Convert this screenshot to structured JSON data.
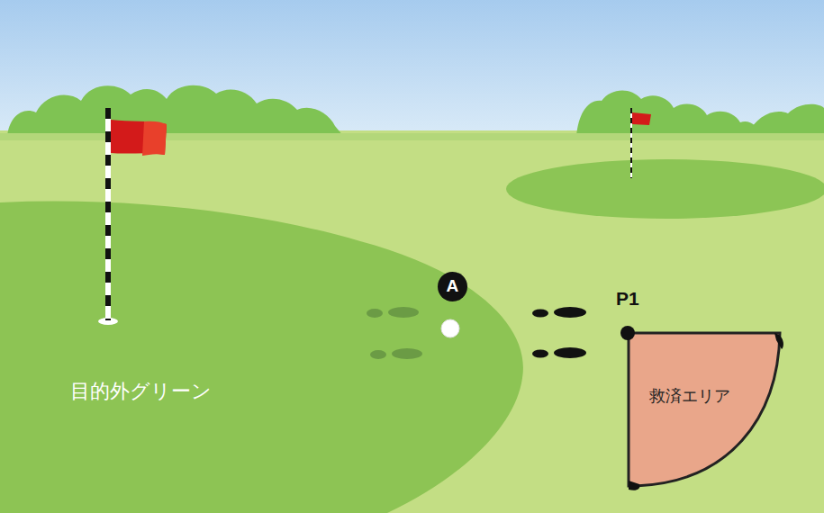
{
  "diagram": {
    "nodes": [
      {
        "text": [
          "目的外グリーン"
        ]
      },
      {
        "text": [
          "A"
        ]
      },
      {
        "text": [
          "救済エリア"
        ]
      }
    ],
    "labels": [
      "P1"
    ]
  }
}
